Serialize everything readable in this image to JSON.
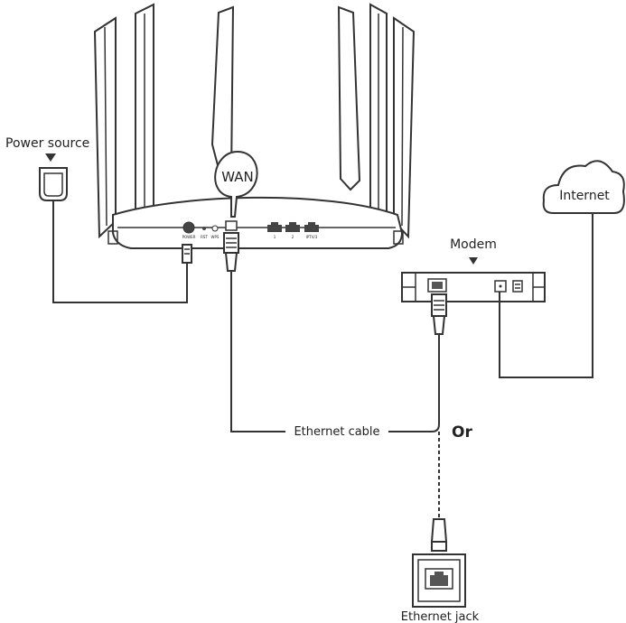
{
  "labels": {
    "power_source": "Power source",
    "wan": "WAN",
    "modem": "Modem",
    "internet": "Internet",
    "ethernet_cable": "Ethernet cable",
    "or": "Or",
    "ethernet_jack": "Ethernet jack"
  },
  "router_ports": {
    "power": "POWER",
    "rst": "RST",
    "wps": "WPS",
    "wan": "WAN",
    "lan1": "1",
    "lan2": "2",
    "iptv": "IPTV/3"
  },
  "colors": {
    "line": "#333333",
    "device_fill": "#ffffff",
    "port_fill": "#444444"
  }
}
